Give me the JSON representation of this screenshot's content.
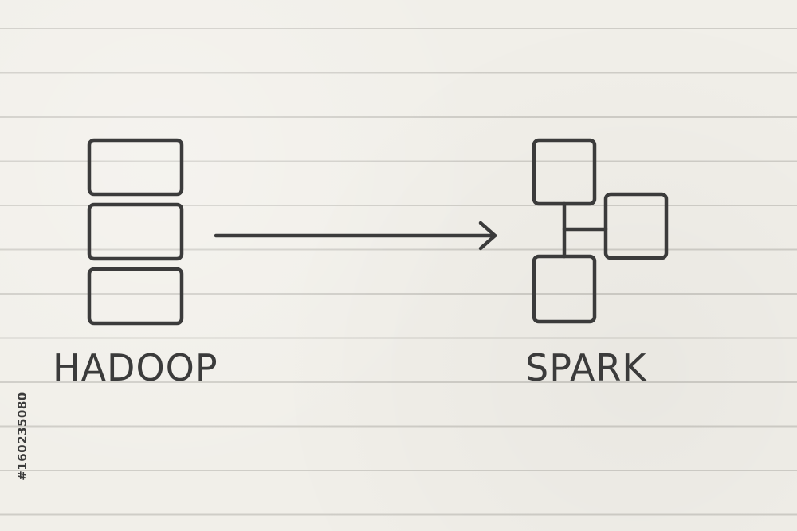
{
  "diagram": {
    "left_label": "HADOOP",
    "right_label": "SPARK"
  },
  "watermark": {
    "id": "#160235080"
  },
  "colors": {
    "background": "#f1efe9",
    "ruled_line": "#cfcdc7",
    "ink": "#3b3b3b"
  },
  "icons": {
    "left": "stacked-blocks-icon",
    "right": "connected-nodes-icon",
    "connector": "arrow-right-icon"
  }
}
